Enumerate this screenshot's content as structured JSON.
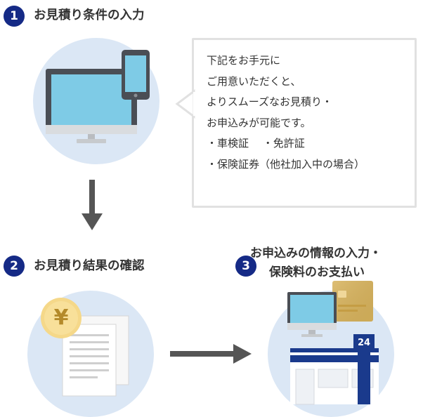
{
  "steps": [
    {
      "number": "1",
      "title": "お見積り条件の入力"
    },
    {
      "number": "2",
      "title": "お見積り結果の確認"
    },
    {
      "number": "3",
      "title_lines": [
        "お申込みの情報の入力・",
        "保険料のお支払い"
      ]
    }
  ],
  "note": {
    "lines": [
      "下記をお手元に",
      "ご用意いただくと、",
      "よりスムーズなお見積り・",
      "お申込みが可能です。",
      "・車検証　 ・免許証",
      "・保険証券（他社加入中の場合）"
    ]
  },
  "yen_symbol": "¥",
  "store_sign": "24",
  "colors": {
    "badge": "#152a86",
    "circle": "#dbe7f5",
    "arrow": "#555555",
    "screen": "#7ecbe6",
    "coin": "#f5d889",
    "card": "#d8b35c",
    "awning": "#1a3a8c"
  }
}
